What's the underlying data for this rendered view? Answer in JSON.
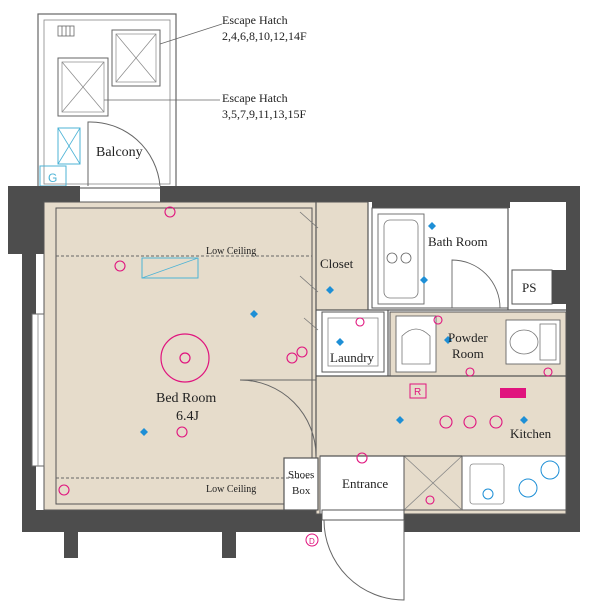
{
  "callouts": {
    "hatch_even_title": "Escape Hatch",
    "hatch_even_floors": "2,4,6,8,10,12,14F",
    "hatch_odd_title": "Escape Hatch",
    "hatch_odd_floors": "3,5,7,9,11,13,15F"
  },
  "rooms": {
    "balcony": "Balcony",
    "bedroom": "Bed Room",
    "bedroom_size": "6.4J",
    "closet": "Closet",
    "bath_room": "Bath Room",
    "ps": "PS",
    "powder_room_line1": "Powder",
    "powder_room_line2": "Room",
    "laundry": "Laundry",
    "kitchen": "Kitchen",
    "entrance": "Entrance",
    "shoes_box_line1": "Shoes",
    "shoes_box_line2": "Box"
  },
  "ceiling": {
    "low_ceiling_upper": "Low Ceiling",
    "low_ceiling_lower": "Low Ceiling"
  },
  "symbols": {
    "gas_meter": "G",
    "refrigerator": "R",
    "door_marker": "D"
  },
  "colors": {
    "wall": "#4d4d4d",
    "floor": "#e6dccb",
    "outline": "#555555",
    "pink_symbol": "#e0147e",
    "blue_symbol": "#1e8fd6",
    "cyan_line": "#4cb3d6"
  }
}
